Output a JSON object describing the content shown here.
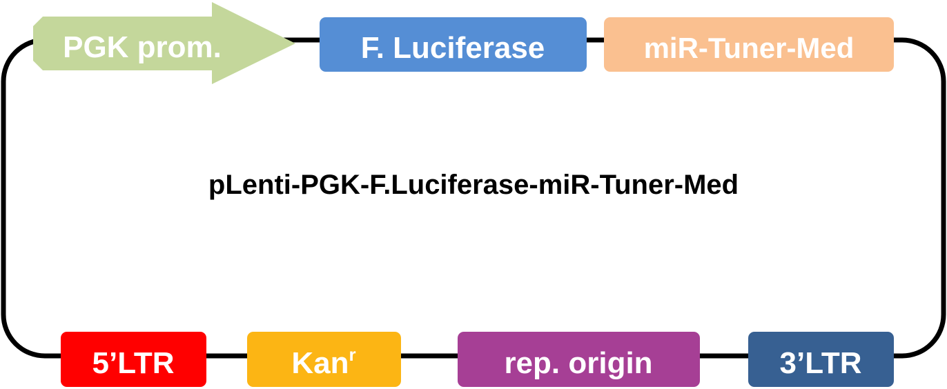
{
  "diagram": {
    "title": "pLenti-PGK-F.Luciferase-miR-Tuner-Med",
    "promoter": {
      "label": "PGK prom.",
      "color": "#c4d79b"
    },
    "features_top": [
      {
        "label": "F. Luciferase",
        "color": "#558ed5"
      },
      {
        "label": "miR-Tuner-Med",
        "color": "#fac090"
      }
    ],
    "features_bottom": [
      {
        "label": "5’LTR",
        "color": "#ff0000"
      },
      {
        "label": "Kan",
        "superscript": "r",
        "color": "#fcb514"
      },
      {
        "label": "rep. origin",
        "color": "#a63f95"
      },
      {
        "label": "3’LTR",
        "color": "#376092"
      }
    ]
  }
}
